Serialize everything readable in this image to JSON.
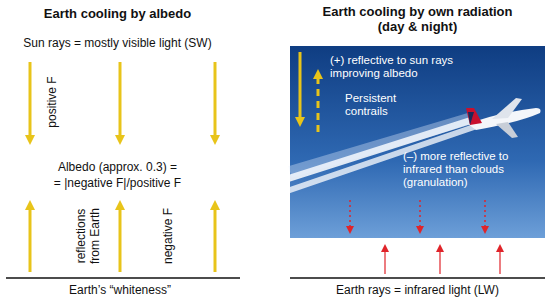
{
  "diagram": {
    "labels": [
      "Earth cooling by albedo",
      "Sun rays = mostly visible light (SW)",
      "positive F",
      "Albedo (approx. 0.3) =",
      "= |negative F|/positive F",
      "reflections from Earth",
      "negative F",
      "Earth’s “whiteness”",
      "Earth cooling by own radiation (day & night)",
      "(+) reflective to sun rays improving albedo",
      "Persistent contrails",
      "(–) more reflective to infrared than clouds (granulation)",
      "Earth rays = infrared light (LW)"
    ]
  }
}
